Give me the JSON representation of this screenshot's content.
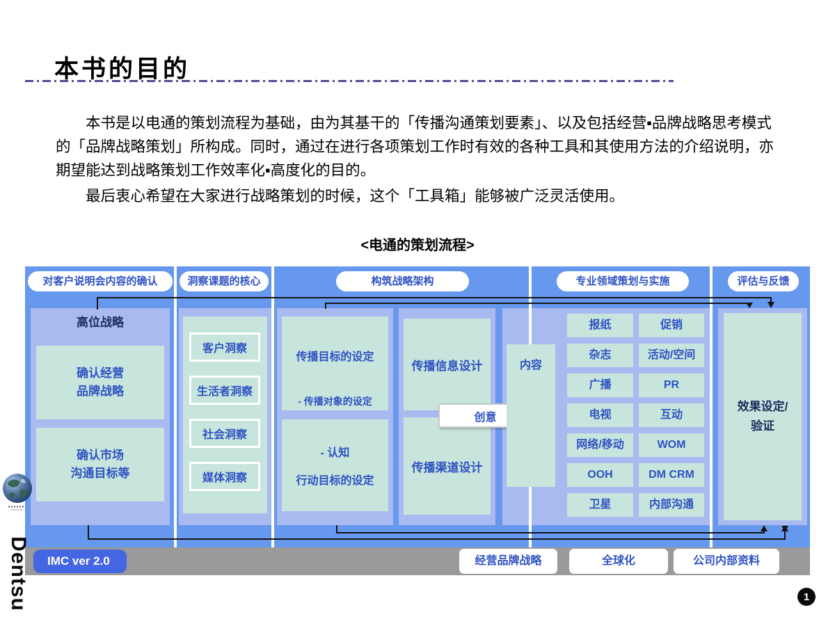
{
  "slide": {
    "title": "本书的目的",
    "body_paragraph_1": "本书是以电通的策划流程为基础，由为其基干的「传播沟通策划要素」、以及包括经营▪品牌战略思考模式的「品牌战略策划」所构成。同时，通过在进行各项策划工作时有效的各种工具和其使用方法的介绍说明，亦期望能达到战略策划工作效率化▪高度化的目的。",
    "body_paragraph_2": "最后衷心希望在大家进行战略策划的时候，这个「工具箱」能够被广泛灵活使用。",
    "caption": "<电通的策划流程>",
    "page_number": "1",
    "brand_vertical": "Dentsu"
  },
  "diagram": {
    "phase_headers": [
      "对客户说明会内容的确认",
      "洞察课题的核心",
      "构筑战略架构",
      "专业领域策划与实施",
      "评估与反馈"
    ],
    "high_strategy": {
      "title": "高位战略",
      "box1": "确认经营\n品牌战略",
      "box2": "确认市场\n沟通目标等"
    },
    "insight": {
      "items": [
        "客户洞察",
        "生活者洞察",
        "社会洞察",
        "媒体洞察"
      ]
    },
    "framework": {
      "goal_box_line1": "传播目标的设定",
      "goal_box_line2": "- 传播对象的设定",
      "target_box_line1": "- 认知",
      "target_box_line2": "行动目标的设定",
      "message_box": "传播信息设计",
      "channel_box": "传播渠道设计",
      "creative_box": "创意"
    },
    "execution": {
      "content_box": "内容",
      "media_left": [
        "报纸",
        "杂志",
        "广播",
        "电视",
        "网络/移动",
        "OOH",
        "卫星"
      ],
      "media_right": [
        "促销",
        "活动/空间",
        "PR",
        "互动",
        "WOM",
        "DM CRM",
        "内部沟通"
      ]
    },
    "evaluation": {
      "result_box": "效果设定/\n验证"
    }
  },
  "footer": {
    "version_badge": "IMC ver 2.0",
    "tags": [
      "经营品牌战略",
      "全球化",
      "公司内部资料"
    ]
  },
  "colors": {
    "diagram_bg": "#6698EE",
    "panel_lavender": "#A9BAF0",
    "box_green": "#C7E5DC",
    "text_blue": "#2F52C3",
    "text_navy": "#1C2D5E",
    "footer_gray": "#9A9A9A",
    "badge_blue": "#4566E2"
  }
}
